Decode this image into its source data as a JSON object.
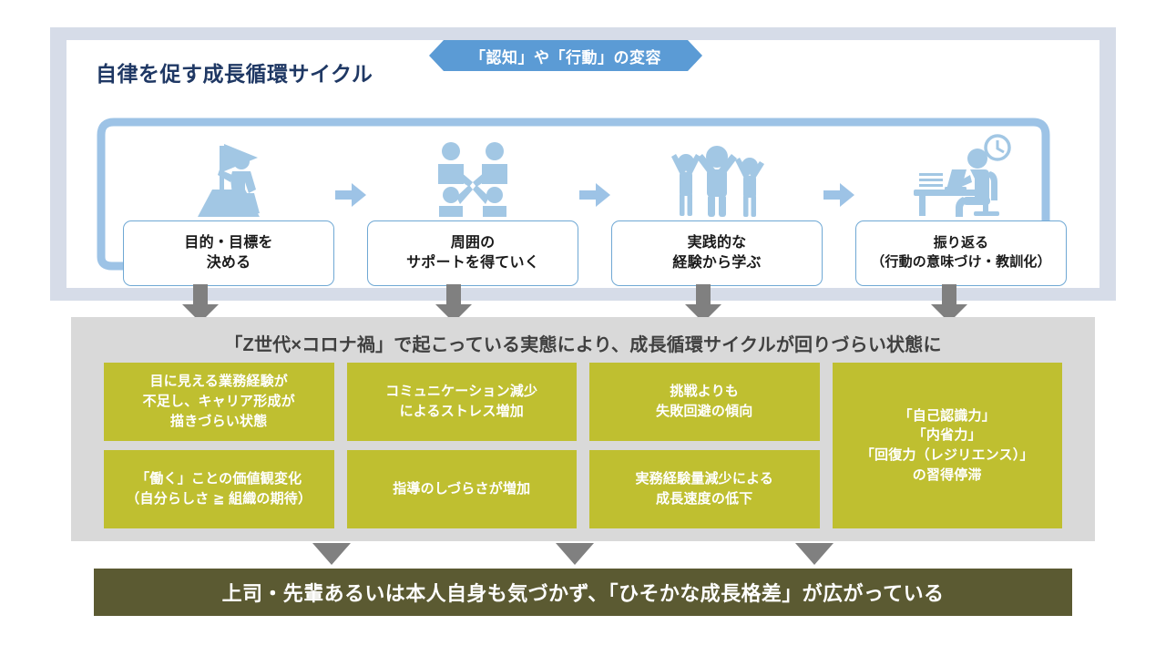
{
  "colors": {
    "panel_frame": "#d6dce8",
    "panel_inner": "#ffffff",
    "title_navy": "#1f3864",
    "loop_blue": "#9dc3e6",
    "banner_blue": "#5b9bd5",
    "step_border": "#6fa8d4",
    "icon_blue": "#a2c7e4",
    "mid_gray": "#d9d9d9",
    "mid_title_gray": "#404040",
    "olive": "#bfbf30",
    "arrow_gray": "#808080",
    "conclusion_olive_dark": "#5b5a32"
  },
  "top_panel": {
    "title": "自律を促す成長循環サイクル",
    "banner": {
      "label": "「認知」や「行動」の変容",
      "icon": "chevron-banner"
    },
    "loop": {
      "name": "growth-cycle-loop",
      "direction": "clockwise-return-to-step-1"
    },
    "steps": [
      {
        "index": 1,
        "icon": "person-climbing-with-flag-icon",
        "line1": "目的・目標を",
        "line2": "決める"
      },
      {
        "index": 2,
        "icon": "four-people-collaboration-icon",
        "line1": "周囲の",
        "line2": "サポートを得ていく"
      },
      {
        "index": 3,
        "icon": "three-people-arms-raised-icon",
        "line1": "実践的な",
        "line2": "経験から学ぶ"
      },
      {
        "index": 4,
        "icon": "person-at-desk-with-clock-icon",
        "line1": "振り返る",
        "line2": "（行動の意味づけ・教訓化）"
      }
    ],
    "step_arrow_icon": "right-arrow-icon"
  },
  "connector_arrows_top": {
    "icon": "down-arrow-icon",
    "count": 4
  },
  "mid_panel": {
    "title": "「Z世代×コロナ禍」で起こっている実態により、成長循環サイクルが回りづらい状態に",
    "columns": [
      {
        "index": 1,
        "boxes": [
          {
            "lines": [
              "目に見える業務経験が",
              "不足し、キャリア形成が",
              "描きづらい状態"
            ]
          },
          {
            "lines": [
              "「働く」ことの価値観変化",
              "（自分らしさ ≧ 組織の期待）"
            ]
          }
        ]
      },
      {
        "index": 2,
        "boxes": [
          {
            "lines": [
              "コミュニケーション減少",
              "によるストレス増加"
            ]
          },
          {
            "lines": [
              "指導のしづらさが増加"
            ]
          }
        ]
      },
      {
        "index": 3,
        "boxes": [
          {
            "lines": [
              "挑戦よりも",
              "失敗回避の傾向"
            ]
          },
          {
            "lines": [
              "実務経験量減少による",
              "成長速度の低下"
            ]
          }
        ]
      },
      {
        "index": 4,
        "boxes": [
          {
            "lines": [
              "「自己認識力」",
              "「内省力」",
              "「回復力（レジリエンス）」",
              "の習得停滞"
            ],
            "spans_both_rows": true
          }
        ]
      }
    ]
  },
  "connector_arrows_bottom": {
    "icon": "down-triangle-icon",
    "count": 3
  },
  "conclusion": {
    "text": "上司・先輩あるいは本人自身も気づかず、「ひそかな成長格差」が広がっている"
  }
}
